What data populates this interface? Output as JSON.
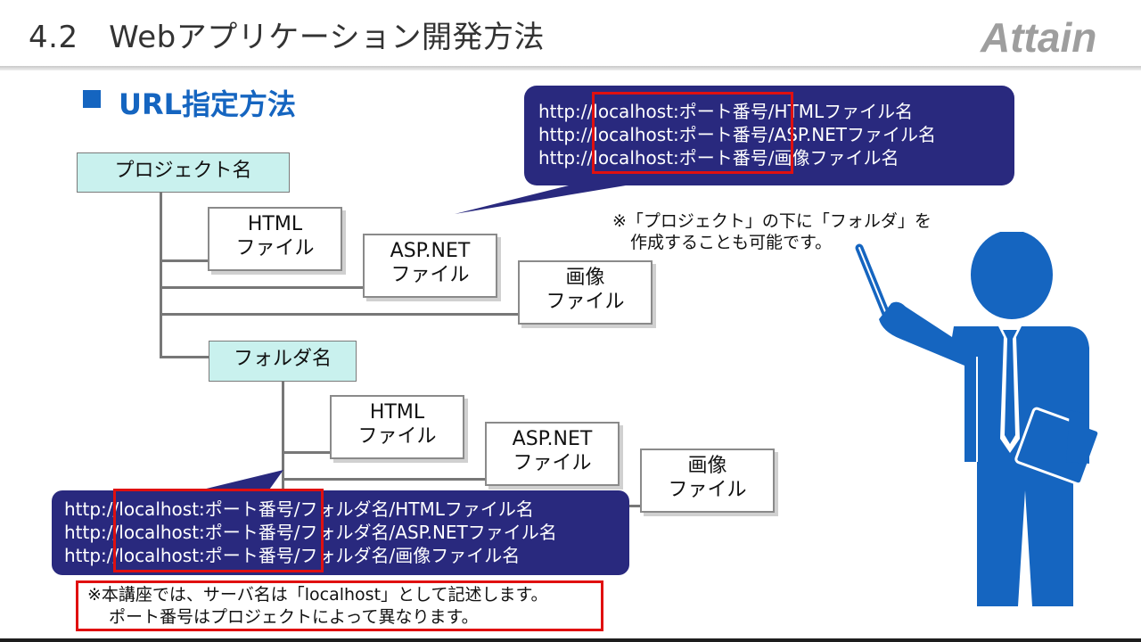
{
  "header": {
    "title": "4.2　Webアプリケーション開発方法",
    "logo_text": "Attain"
  },
  "section": {
    "title": "URL指定方法"
  },
  "tree": {
    "project": "プロジェクト名",
    "project_files": [
      {
        "line1": "HTML",
        "line2": "ファイル"
      },
      {
        "line1": "ASP.NET",
        "line2": "ファイル"
      },
      {
        "line1": "画像",
        "line2": "ファイル"
      }
    ],
    "folder": "フォルダ名",
    "folder_files": [
      {
        "line1": "HTML",
        "line2": "ファイル"
      },
      {
        "line1": "ASP.NET",
        "line2": "ファイル"
      },
      {
        "line1": "画像",
        "line2": "ファイル"
      }
    ]
  },
  "callout_top": {
    "lines": [
      "http://localhost:ポート番号/HTMLファイル名",
      "http://localhost:ポート番号/ASP.NETファイル名",
      "http://localhost:ポート番号/画像ファイル名"
    ]
  },
  "callout_bottom": {
    "lines": [
      "http://localhost:ポート番号/フォルダ名/HTMLファイル名",
      "http://localhost:ポート番号/フォルダ名/ASP.NETファイル名",
      "http://localhost:ポート番号/フォルダ名/画像ファイル名"
    ]
  },
  "note_folder": {
    "line1": "※「プロジェクト」の下に「フォルダ」を",
    "line2": "作成することも可能です。"
  },
  "note_bottom": {
    "line1": "※本講座では、サーバ名は「localhost」として記述します。",
    "line2": "ポート番号はプロジェクトによって異なります。"
  },
  "colors": {
    "accent": "#1565c0",
    "callout": "#29297e",
    "highlight": "#e01010",
    "folder": "#c9f1ee"
  },
  "icons": [
    "logo",
    "presenter-figure-icon",
    "pointer-stick-icon"
  ]
}
